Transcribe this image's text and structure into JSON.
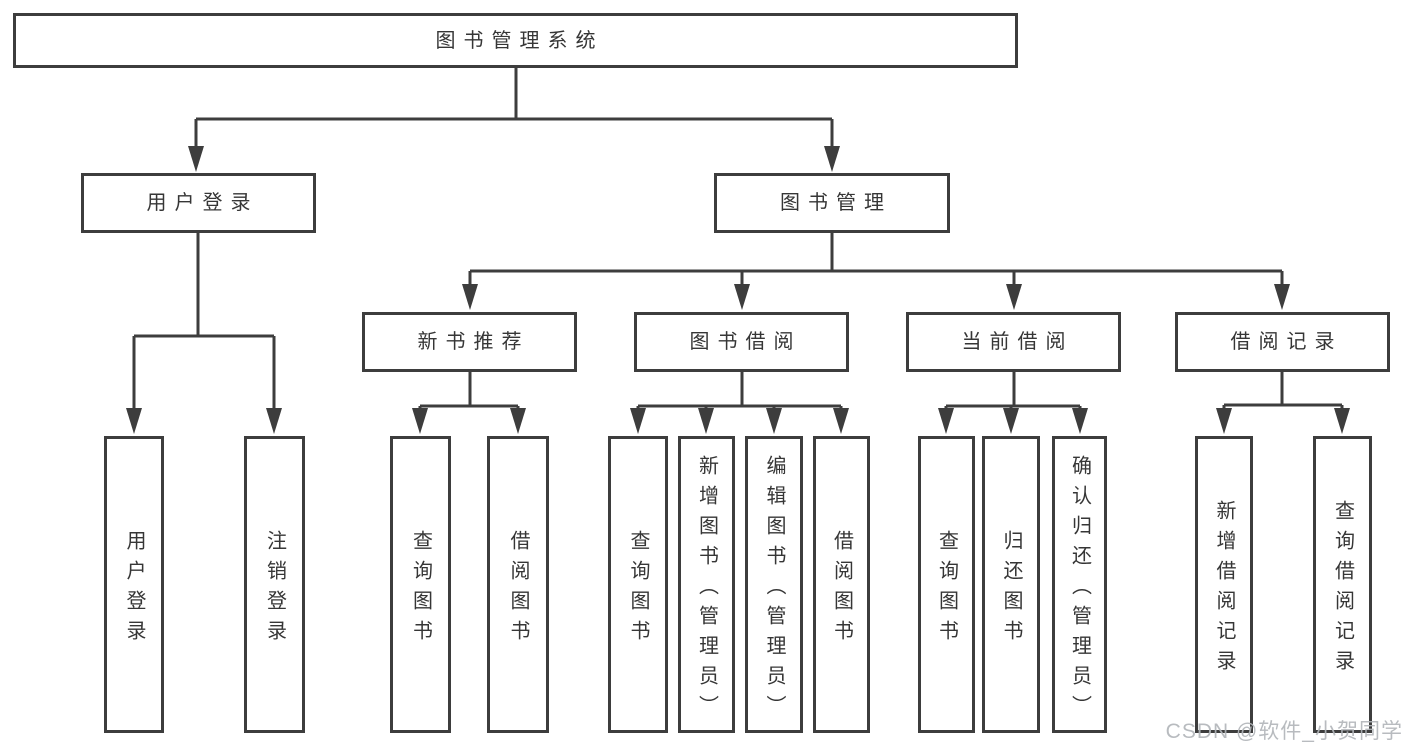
{
  "colors": {
    "line": "#3d3d3d",
    "box_border": "#3d3d3d",
    "text": "#363636",
    "watermark": "#b2b6ba",
    "background": "#ffffff"
  },
  "nodes": {
    "root": "图书管理系统",
    "user_login": "用户登录",
    "book_mgmt": "图书管理",
    "new_books": "新书推荐",
    "book_borrow": "图书借阅",
    "current_borrow": "当前借阅",
    "borrow_records": "借阅记录",
    "ul_login": "用户登录",
    "ul_logout": "注销登录",
    "nb_query": "查询图书",
    "nb_borrow": "借阅图书",
    "bb_query": "查询图书",
    "bb_add": "新增图书（管理员）",
    "bb_edit": "编辑图书（管理员）",
    "bb_borrow": "借阅图书",
    "cb_query": "查询图书",
    "cb_return": "归还图书",
    "cb_confirm": "确认归还（管理员）",
    "br_add": "新增借阅记录",
    "br_query": "查询借阅记录"
  },
  "hierarchy": {
    "图书管理系统": {
      "用户登录": [
        "用户登录",
        "注销登录"
      ],
      "图书管理": {
        "新书推荐": [
          "查询图书",
          "借阅图书"
        ],
        "图书借阅": [
          "查询图书",
          "新增图书（管理员）",
          "编辑图书（管理员）",
          "借阅图书"
        ],
        "当前借阅": [
          "查询图书",
          "归还图书",
          "确认归还（管理员）"
        ],
        "借阅记录": [
          "新增借阅记录",
          "查询借阅记录"
        ]
      }
    }
  },
  "watermark": "CSDN @软件_小贺同学"
}
